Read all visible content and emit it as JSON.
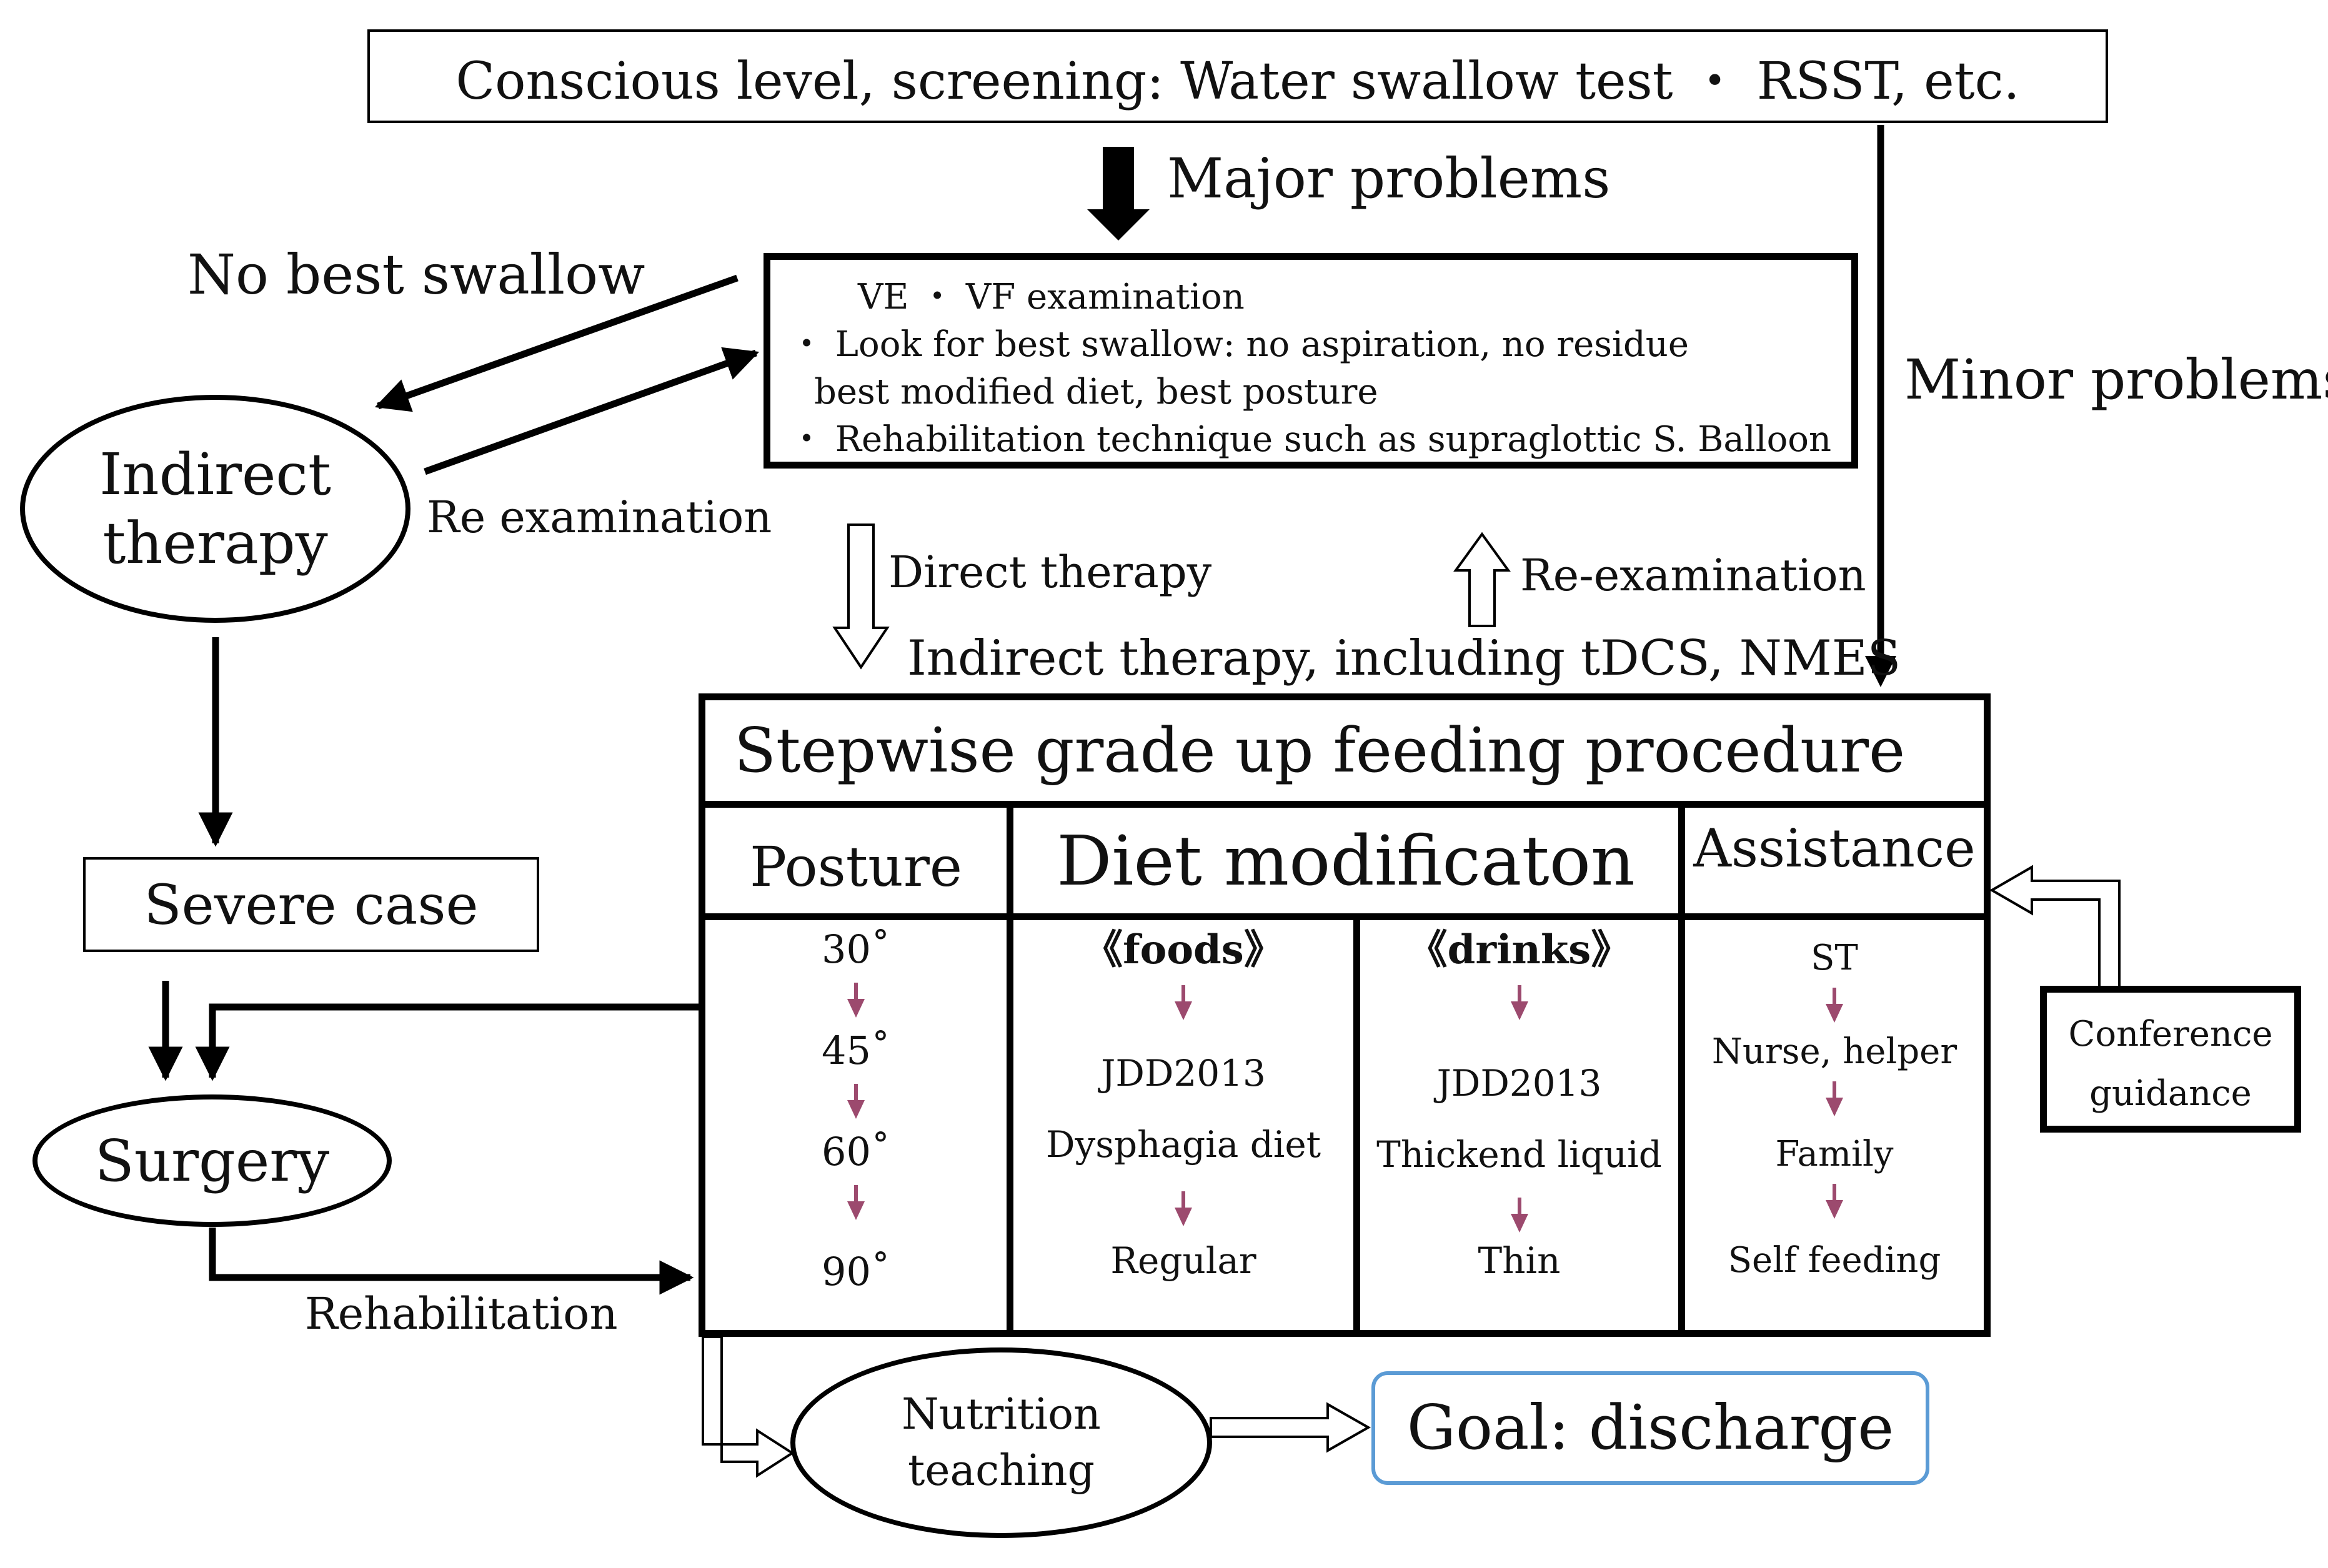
{
  "screening": {
    "text": "Conscious level, screening: Water swallow test ・ RSST, etc."
  },
  "arrows": {
    "major": "Major problems",
    "minor": "Minor problems",
    "no_best": "No best swallow",
    "re_exam": "Re examination",
    "direct": "Direct therapy",
    "re_examination": "Re-examination",
    "indirect_tdcs": "Indirect therapy, including tDCS, NMES",
    "rehab": "Rehabilitation"
  },
  "ve_box": {
    "title": "VE ・ VF examination",
    "line1": "・ Look for best swallow: no aspiration,  no residue",
    "line2": "best modified diet, best posture",
    "line3": "・ Rehabilitation technique such as supraglottic S. Balloon"
  },
  "indirect": {
    "line1": "Indirect",
    "line2": "therapy"
  },
  "severe": {
    "text": "Severe case"
  },
  "surgery": {
    "text": "Surgery"
  },
  "procedure": {
    "title": "Stepwise grade up feeding procedure",
    "posture_header": "Posture",
    "diet_header": "Diet modificaton",
    "assist_header": "Assistance",
    "posture": [
      "30˚",
      "45˚",
      "60˚",
      "90˚"
    ],
    "foods": {
      "head": "《foods》",
      "line1": "JDD2013",
      "line2": "Dysphagia diet",
      "end": "Regular"
    },
    "drinks": {
      "head": "《drinks》",
      "line1": "JDD2013",
      "line2": "Thickend liquid",
      "end": "Thin"
    },
    "assistance": [
      "ST",
      "Nurse, helper",
      "Family",
      "Self feeding"
    ]
  },
  "conference": {
    "line1": "Conference",
    "line2": "guidance"
  },
  "nutrition": {
    "line1": "Nutrition",
    "line2": "teaching"
  },
  "goal": {
    "text": "Goal: discharge",
    "border_color": "#5b9bd5"
  },
  "colors": {
    "step_arrow": "#9c4a6e",
    "line": "#000000"
  }
}
